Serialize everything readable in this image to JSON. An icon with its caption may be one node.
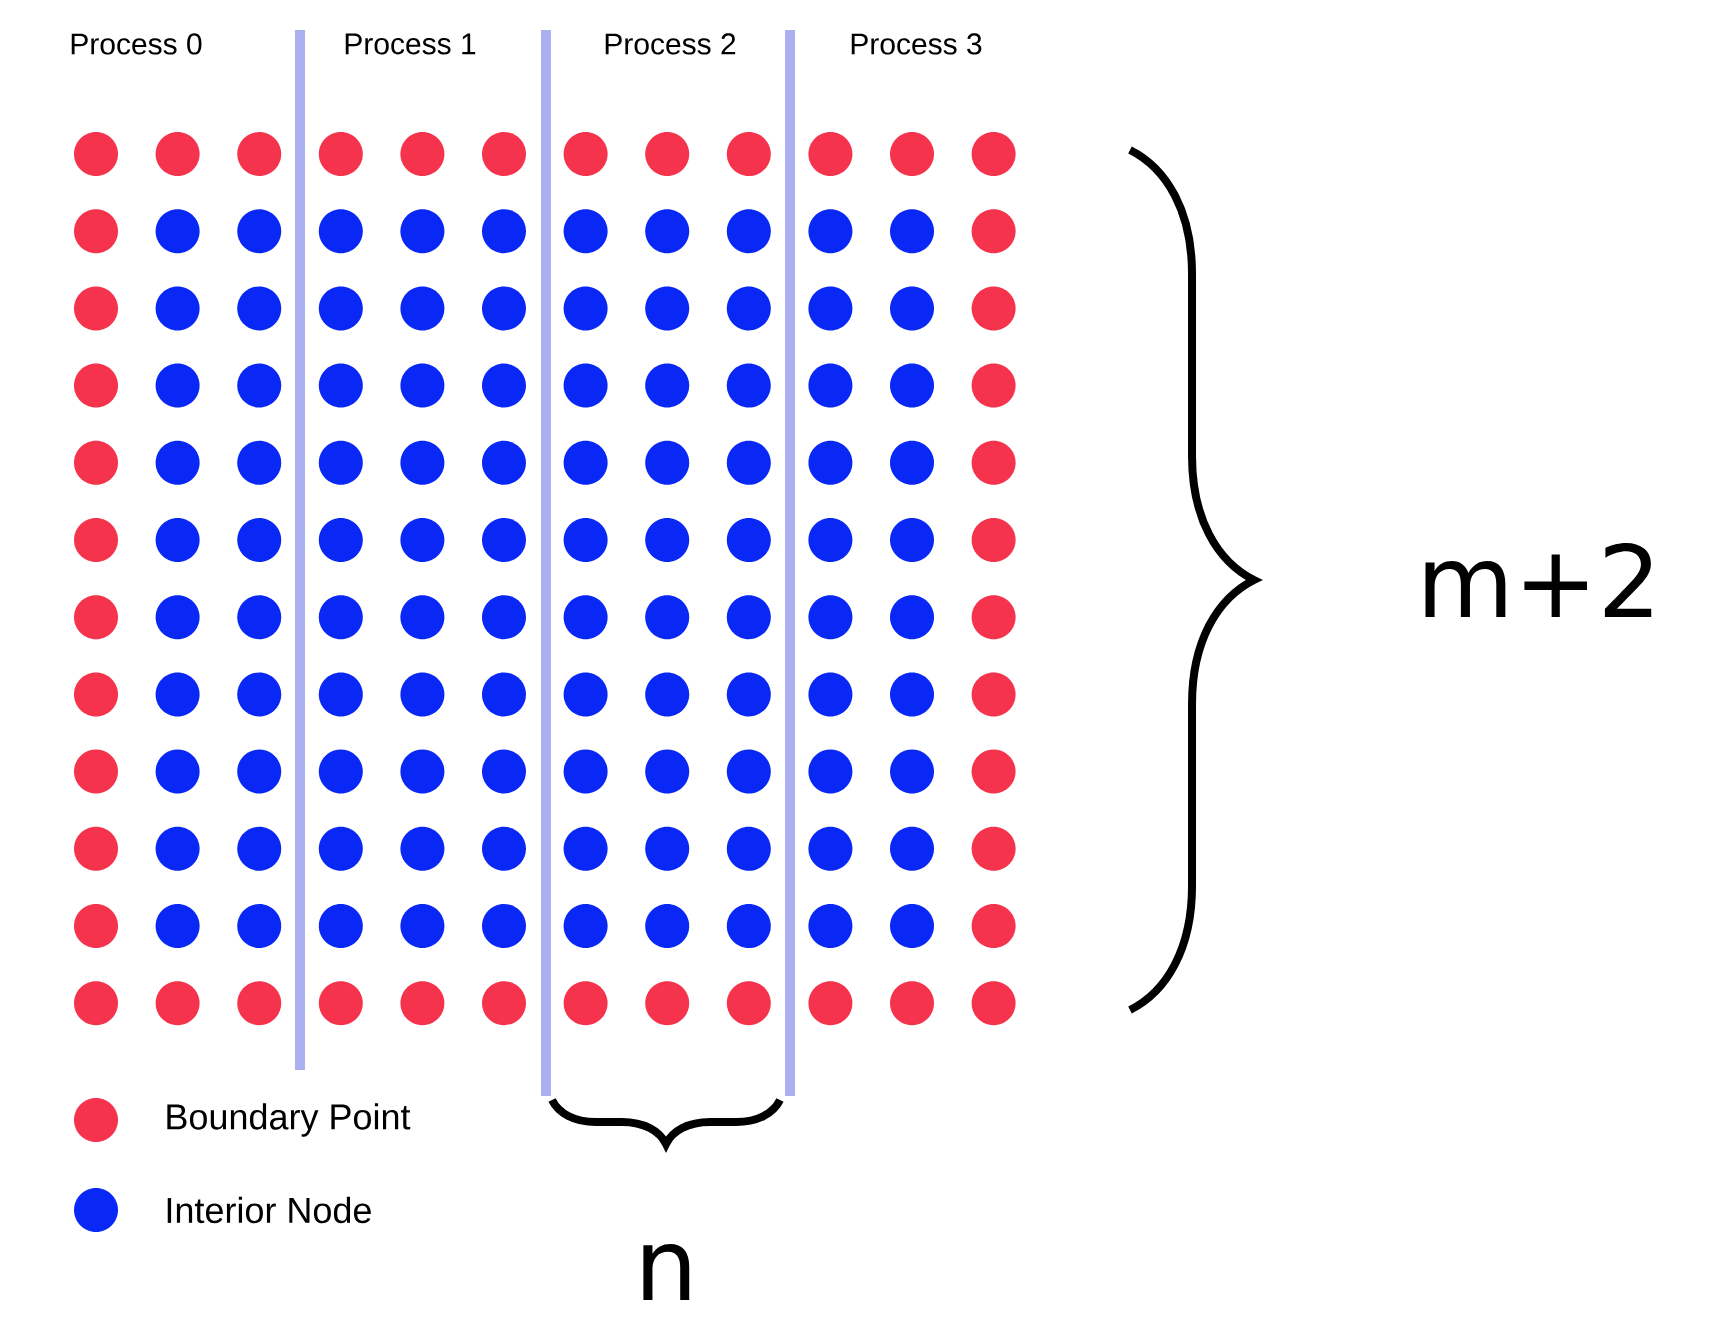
{
  "diagram": {
    "labels": [
      "Process 0",
      "Process 1",
      "Process 2",
      "Process 3",
      "m+2",
      "n"
    ],
    "legend": [
      {
        "text": "Boundary Point",
        "color": "#f5334d"
      },
      {
        "text": "Interior Node",
        "color": "#0a28f5"
      }
    ]
  }
}
